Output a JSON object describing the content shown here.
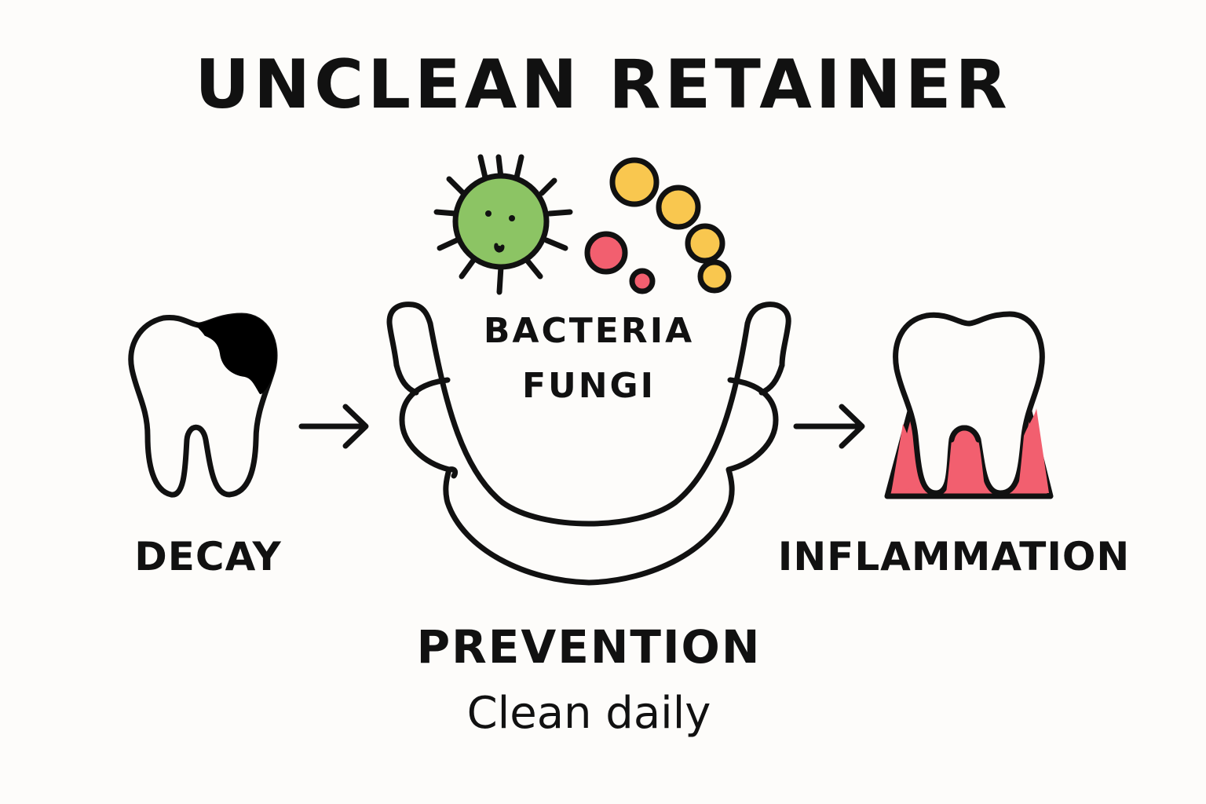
{
  "title": "UNCLEAN RETAINER",
  "center": {
    "microbes_line1": "BACTERIA",
    "microbes_line2": "FUNGI"
  },
  "left": {
    "label": "DECAY",
    "icon": "decayed-tooth-icon"
  },
  "right": {
    "label": "INFLAMMATION",
    "icon": "inflamed-gum-tooth-icon"
  },
  "bottom": {
    "heading": "PREVENTION",
    "subtext": "Clean daily"
  },
  "colors": {
    "background": "#fdfcfa",
    "outline": "#111111",
    "bacteria_green": "#8cc464",
    "fungi_yellow": "#f9c74f",
    "spot_pink": "#f25f6f",
    "gum_red": "#f25f6f",
    "decay_black": "#000000"
  }
}
